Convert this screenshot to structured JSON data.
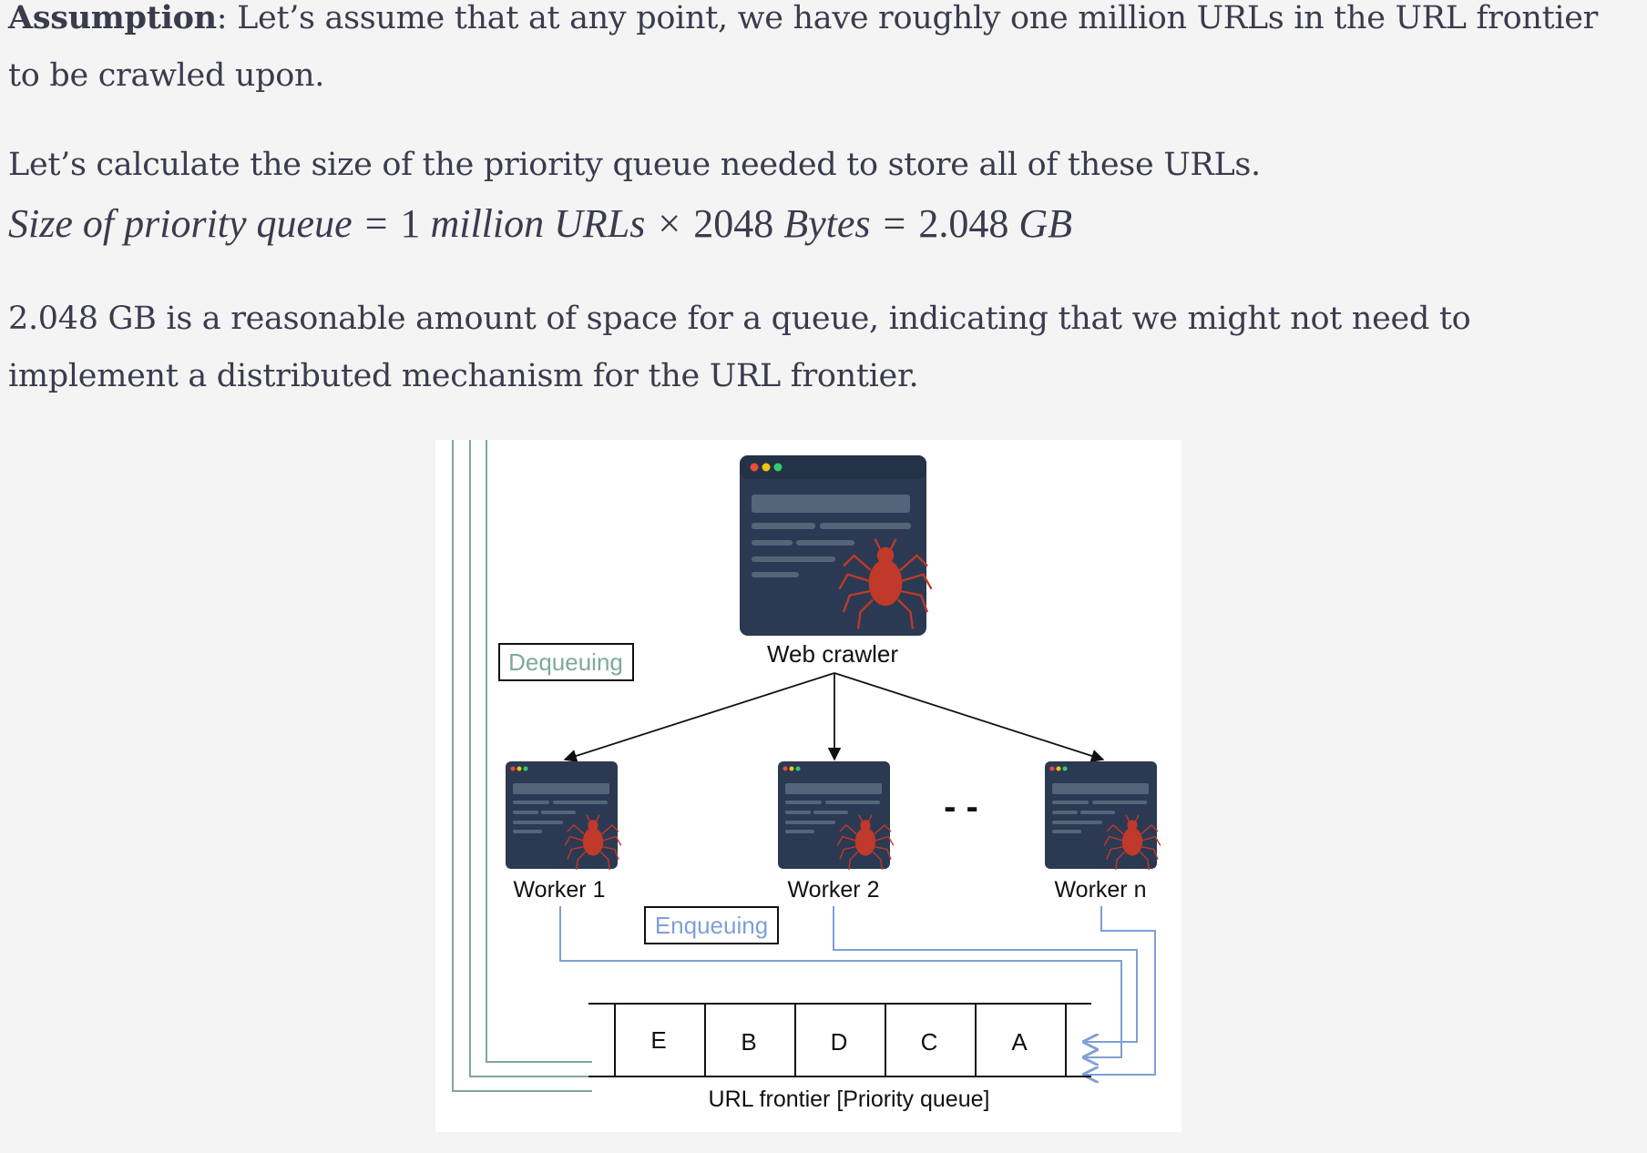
{
  "paragraphs": {
    "assumption_label": "Assumption",
    "assumption_text": ": Let’s assume that at any point, we have roughly one million URLs in the URL frontier to be crawled upon.",
    "calc_intro": "Let’s calculate the size of the priority queue needed to store all of these URLs.",
    "conclusion": "2.048 GB is a reasonable amount of space for a queue, indicating that we might not need to implement a distributed mechanism for the URL frontier."
  },
  "formula": {
    "lhs": "Size of priority queue",
    "eq1": "=",
    "term1_num": "1",
    "term1_text": "million URLs",
    "times": "×",
    "term2_num": "2048",
    "term2_text": "Bytes",
    "eq2": "=",
    "result_num": "2.048",
    "result_unit": "GB"
  },
  "diagram": {
    "crawler_label": "Web crawler",
    "dequeuing_label": "Dequeuing",
    "enqueuing_label": "Enqueuing",
    "workers": [
      "Worker 1",
      "Worker 2",
      "Worker n"
    ],
    "ellipsis": "- -",
    "queue_items": [
      "E",
      "B",
      "D",
      "C",
      "A"
    ],
    "queue_label": "URL frontier [Priority queue]",
    "colors": {
      "dequeue_line": "#7fa99b",
      "enqueue_line": "#7f9fd6",
      "window_dark": "#2b3a52",
      "spider": "#c0392b"
    }
  }
}
